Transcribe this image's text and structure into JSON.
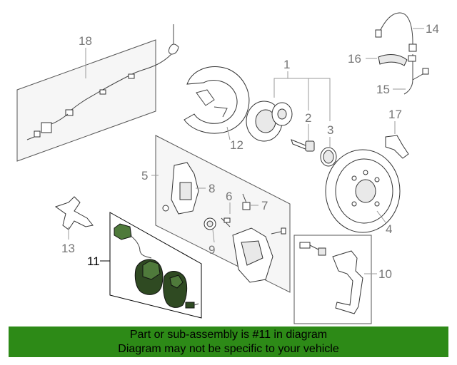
{
  "callouts": {
    "c1": "1",
    "c2": "2",
    "c3": "3",
    "c4": "4",
    "c5": "5",
    "c6": "6",
    "c7": "7",
    "c8": "8",
    "c9": "9",
    "c10": "10",
    "c11": "11",
    "c12": "12",
    "c13": "13",
    "c14": "14",
    "c15": "15",
    "c16": "16",
    "c17": "17",
    "c18": "18"
  },
  "highlighted_part": "11",
  "colors": {
    "banner": "#2d8a17",
    "highlight_part": "#2f4a22"
  },
  "banner": {
    "line1": "Part or sub-assembly is #11 in diagram",
    "line2": "Diagram may not be specific to your vehicle"
  }
}
